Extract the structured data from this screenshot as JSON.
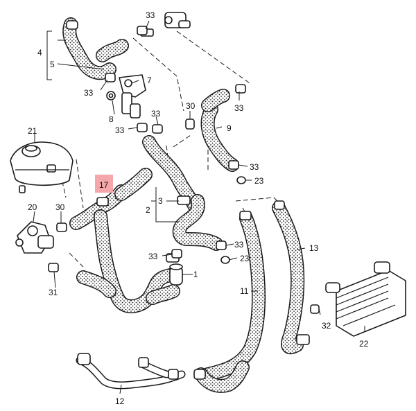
{
  "diagram": {
    "labels": {
      "p1": "1",
      "p2": "2",
      "p3": "3",
      "p4": "4",
      "p5": "5",
      "p7": "7",
      "p8": "8",
      "p9": "9",
      "p11": "11",
      "p12": "12",
      "p13": "13",
      "p17": "17",
      "p20": "20",
      "p21": "21",
      "p22": "22",
      "p23": "23",
      "p30": "30",
      "p31": "31",
      "p32": "32",
      "p33": "33"
    },
    "highlighted_part": "17",
    "highlight_color": "#f4a6a8"
  }
}
